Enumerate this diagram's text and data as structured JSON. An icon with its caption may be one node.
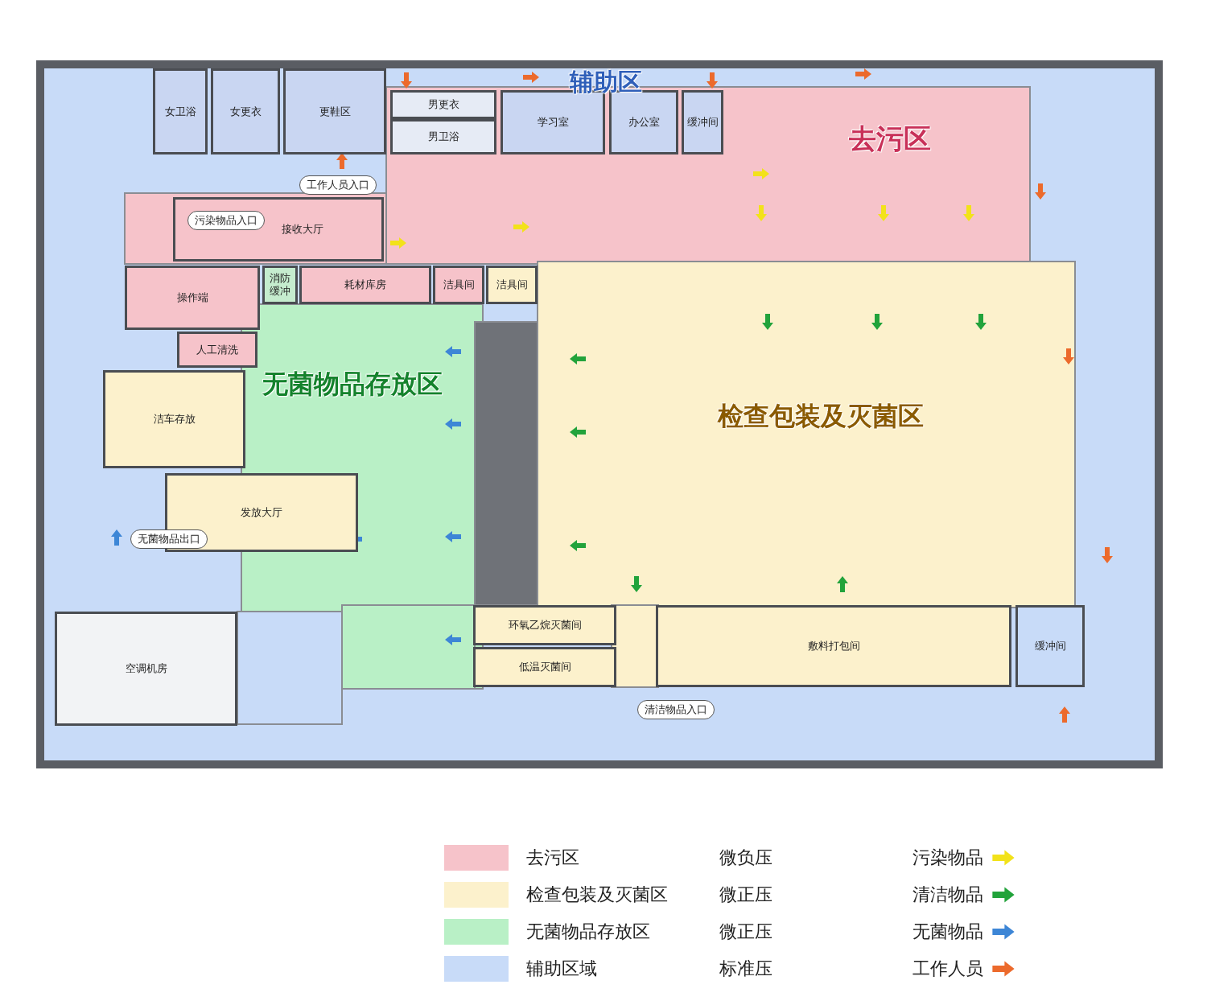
{
  "diagram": {
    "nodes": [
      {
        "text": [
          "女卫浴"
        ]
      },
      {
        "text": [
          "女更衣"
        ]
      },
      {
        "text": [
          "更鞋区"
        ]
      },
      {
        "text": [
          "男更衣"
        ]
      },
      {
        "text": [
          "男卫浴"
        ]
      },
      {
        "text": [
          "学习室"
        ]
      },
      {
        "text": [
          "办公室"
        ]
      },
      {
        "text": [
          "缓冲间"
        ]
      },
      {
        "text": [
          "接收大厅"
        ]
      },
      {
        "text": [
          "操作端"
        ]
      },
      {
        "text": [
          "消防缓冲"
        ]
      },
      {
        "text": [
          "耗材库房"
        ]
      },
      {
        "text": [
          "洁具间"
        ]
      },
      {
        "text": [
          "洁具间"
        ]
      },
      {
        "text": [
          "人工清洗"
        ]
      },
      {
        "text": [
          "洁车存放"
        ]
      },
      {
        "text": [
          "发放大厅"
        ]
      },
      {
        "text": [
          "环氧乙烷灭菌间"
        ]
      },
      {
        "text": [
          "低温灭菌间"
        ]
      },
      {
        "text": [
          "敷料打包间"
        ]
      },
      {
        "text": [
          "缓冲间"
        ]
      },
      {
        "text": [
          "空调机房"
        ]
      }
    ],
    "labels": [
      "辅助区",
      "去污区",
      "工作人员入口",
      "污染物品入口",
      "无菌物品存放区",
      "检查包装及灭菌区",
      "无菌物品出口",
      "清洁物品入口",
      "微负压",
      "微正压",
      "微正压",
      "标准压"
    ],
    "legend": [
      {
        "text": "去污区",
        "color": "#f6c3ca"
      },
      {
        "text": "检查包装及灭菌区",
        "color": "#fcf1cc"
      },
      {
        "text": "无菌物品存放区",
        "color": "#b9f0c6"
      },
      {
        "text": "辅助区域",
        "color": "#c8dbf8"
      },
      {
        "text": "污染物品"
      },
      {
        "text": "清洁物品"
      },
      {
        "text": "无菌物品"
      },
      {
        "text": "工作人员"
      }
    ]
  }
}
